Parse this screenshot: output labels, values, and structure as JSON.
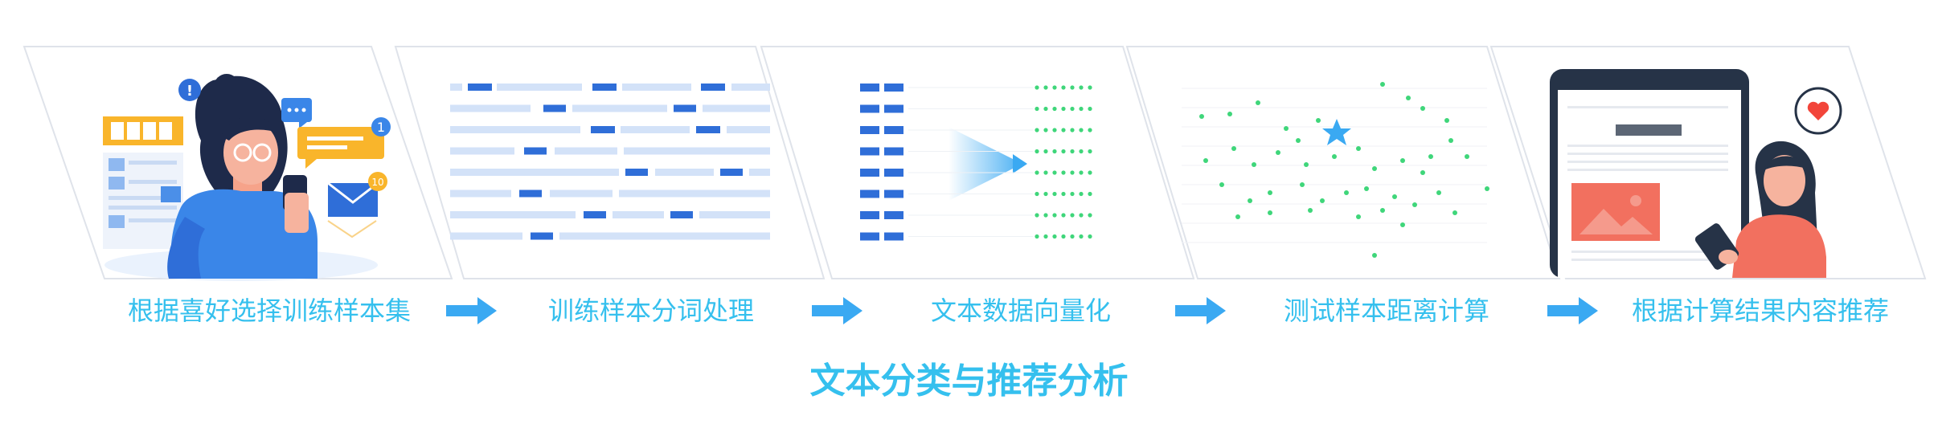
{
  "steps": [
    {
      "label": "根据喜好选择训练样本集"
    },
    {
      "label": "训练样本分词处理"
    },
    {
      "label": "文本数据向量化"
    },
    {
      "label": "测试样本距离计算"
    },
    {
      "label": "根据计算结果内容推荐"
    }
  ],
  "title": "文本分类与推荐分析",
  "colors": {
    "accent": "#35c0ee",
    "arrow": "#3aa9f2",
    "dark_blue": "#2f6ed8",
    "light_blue": "#d3e2f8",
    "green": "#3fd67a",
    "orange": "#f9b52b",
    "coral": "#f2705f"
  },
  "badges": {
    "alert": "!",
    "chat": "1",
    "mail": "10"
  },
  "icons": [
    "person-with-phone",
    "word-tokens",
    "vectorization",
    "distance-scatter",
    "tablet-recommendation"
  ]
}
